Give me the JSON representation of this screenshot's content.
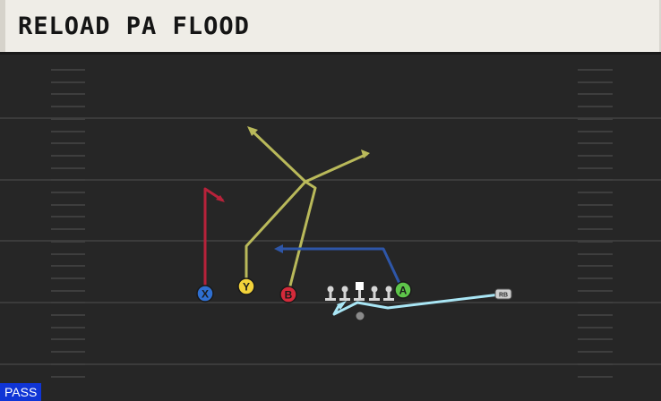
{
  "play": {
    "title": "RELOAD PA FLOOD",
    "tag": "PASS"
  },
  "players": [
    {
      "id": "x",
      "label": "X",
      "color": "#2f6fd0"
    },
    {
      "id": "y",
      "label": "Y",
      "color": "#f2d23a"
    },
    {
      "id": "b",
      "label": "B",
      "color": "#d42a3a"
    },
    {
      "id": "a",
      "label": "A",
      "color": "#5ec64a"
    },
    {
      "id": "rb",
      "label": "RB",
      "color": "#cfcfcf"
    }
  ],
  "route_colors": {
    "x": "#b7223a",
    "y": "#b9b95a",
    "b": "#b9b95a",
    "a": "#2e56a8",
    "rb": "#a9e6f5"
  },
  "field_colors": {
    "background": "#262626",
    "yard_line": "#3b3b3b",
    "hash": "#3e3e3e",
    "lineman": "#d6d6d6"
  }
}
